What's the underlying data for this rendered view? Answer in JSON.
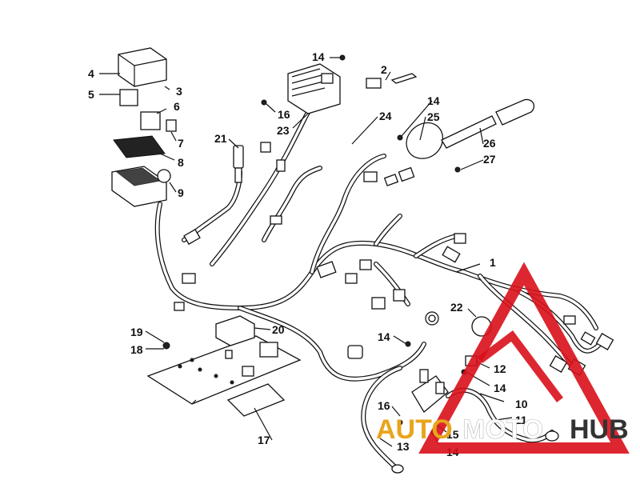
{
  "diagram": {
    "callouts": [
      {
        "id": "1",
        "label": "1"
      },
      {
        "id": "2",
        "label": "2"
      },
      {
        "id": "3",
        "label": "3"
      },
      {
        "id": "4",
        "label": "4"
      },
      {
        "id": "5",
        "label": "5"
      },
      {
        "id": "6",
        "label": "6"
      },
      {
        "id": "7",
        "label": "7"
      },
      {
        "id": "8",
        "label": "8"
      },
      {
        "id": "9",
        "label": "9"
      },
      {
        "id": "10",
        "label": "10"
      },
      {
        "id": "11",
        "label": "11"
      },
      {
        "id": "12",
        "label": "12"
      },
      {
        "id": "13",
        "label": "13"
      },
      {
        "id": "14a",
        "label": "14"
      },
      {
        "id": "14b",
        "label": "14"
      },
      {
        "id": "14c",
        "label": "14"
      },
      {
        "id": "14d",
        "label": "14"
      },
      {
        "id": "14e",
        "label": "14"
      },
      {
        "id": "15",
        "label": "15"
      },
      {
        "id": "16a",
        "label": "16"
      },
      {
        "id": "16b",
        "label": "16"
      },
      {
        "id": "17",
        "label": "17"
      },
      {
        "id": "18",
        "label": "18"
      },
      {
        "id": "19",
        "label": "19"
      },
      {
        "id": "20",
        "label": "20"
      },
      {
        "id": "21",
        "label": "21"
      },
      {
        "id": "22",
        "label": "22"
      },
      {
        "id": "23",
        "label": "23"
      },
      {
        "id": "24",
        "label": "24"
      },
      {
        "id": "25",
        "label": "25"
      },
      {
        "id": "26",
        "label": "26"
      },
      {
        "id": "27",
        "label": "27"
      }
    ]
  },
  "watermark": {
    "part1": "AUTO",
    "part2": "MOTO",
    "part3": "HUB",
    "colors": {
      "triangle": "#d9101a",
      "auto": "#e8a51c",
      "moto": "#ffffff",
      "hub": "#333333"
    }
  }
}
